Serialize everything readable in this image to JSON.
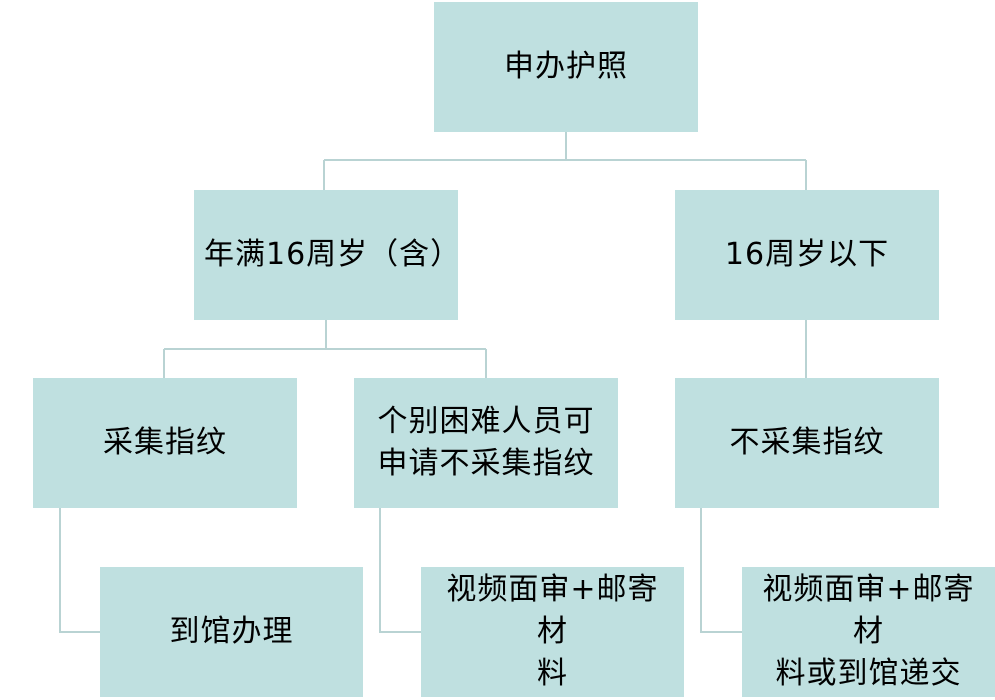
{
  "colors": {
    "box_fill": "#bfe0e0",
    "connector": "#b9d3d3",
    "text": "#000000"
  },
  "nodes": {
    "root": {
      "label": "申办护照"
    },
    "age_16_plus": {
      "label": "年满16周岁（含）"
    },
    "under_16": {
      "label": "16周岁以下"
    },
    "collect_fingerprint": {
      "label": "采集指纹"
    },
    "exempt_request": {
      "line1": "个别困难人员可",
      "line2": "申请不采集指纹"
    },
    "no_fingerprint": {
      "label": "不采集指纹"
    },
    "visit_in_person": {
      "label": "到馆办理"
    },
    "video_mail": {
      "line1": "视频面审+邮寄材",
      "line2": "料"
    },
    "video_mail_or_visit": {
      "line1": "视频面审+邮寄材",
      "line2": "料或到馆递交"
    }
  }
}
